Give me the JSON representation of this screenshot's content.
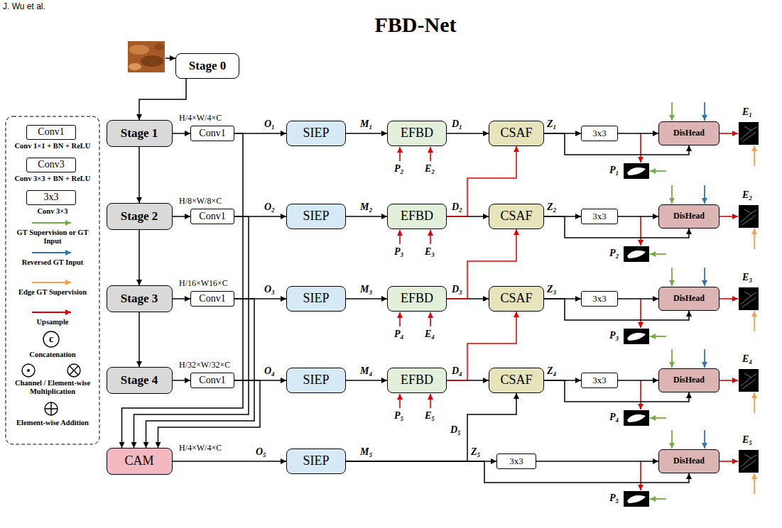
{
  "diagram": {
    "title": "FBD-Net",
    "nodes": [
      {
        "text": [
          "Stage 0"
        ]
      },
      {
        "text": [
          "Stage 1"
        ]
      },
      {
        "text": [
          "Conv1"
        ]
      },
      {
        "text": [
          "SIEP"
        ]
      },
      {
        "text": [
          "EFBD"
        ]
      },
      {
        "text": [
          "CSAF"
        ]
      },
      {
        "text": [
          "3x3"
        ]
      },
      {
        "text": [
          "DisHead"
        ]
      },
      {
        "text": [
          "Stage 2"
        ]
      },
      {
        "text": [
          "Conv1"
        ]
      },
      {
        "text": [
          "SIEP"
        ]
      },
      {
        "text": [
          "EFBD"
        ]
      },
      {
        "text": [
          "CSAF"
        ]
      },
      {
        "text": [
          "3x3"
        ]
      },
      {
        "text": [
          "DisHead"
        ]
      },
      {
        "text": [
          "Stage 3"
        ]
      },
      {
        "text": [
          "Conv1"
        ]
      },
      {
        "text": [
          "SIEP"
        ]
      },
      {
        "text": [
          "EFBD"
        ]
      },
      {
        "text": [
          "CSAF"
        ]
      },
      {
        "text": [
          "3x3"
        ]
      },
      {
        "text": [
          "DisHead"
        ]
      },
      {
        "text": [
          "Stage 4"
        ]
      },
      {
        "text": [
          "Conv1"
        ]
      },
      {
        "text": [
          "SIEP"
        ]
      },
      {
        "text": [
          "EFBD"
        ]
      },
      {
        "text": [
          "CSAF"
        ]
      },
      {
        "text": [
          "3x3"
        ]
      },
      {
        "text": [
          "DisHead"
        ]
      },
      {
        "text": [
          "CAM"
        ]
      },
      {
        "text": [
          "SIEP"
        ]
      },
      {
        "text": [
          "3x3"
        ]
      },
      {
        "text": [
          "DisHead"
        ]
      },
      {
        "text": [
          "Conv1"
        ]
      },
      {
        "text": [
          "Conv3"
        ]
      },
      {
        "text": [
          "3x3"
        ]
      },
      {
        "text": [
          "c"
        ]
      }
    ],
    "edges": [
      {
        "from": 0,
        "to": 1,
        "arrow": "to"
      },
      {
        "from": 1,
        "to": 8,
        "arrow": "to"
      },
      {
        "from": 8,
        "to": 15,
        "arrow": "to"
      },
      {
        "from": 15,
        "to": 22,
        "arrow": "to"
      },
      {
        "from": 1,
        "to": 2,
        "arrow": "to"
      },
      {
        "from": 2,
        "to": 3,
        "arrow": "to"
      },
      {
        "from": 3,
        "to": 4,
        "arrow": "to"
      },
      {
        "from": 4,
        "to": 5,
        "arrow": "to"
      },
      {
        "from": 5,
        "to": 6,
        "arrow": "to"
      },
      {
        "from": 6,
        "to": 7,
        "arrow": "to"
      },
      {
        "from": 5,
        "to": 7,
        "arrow": "to"
      },
      {
        "from": 2,
        "to": 29,
        "arrow": "to"
      },
      {
        "from": 8,
        "to": 9,
        "arrow": "to"
      },
      {
        "from": 9,
        "to": 10,
        "arrow": "to"
      },
      {
        "from": 10,
        "to": 11,
        "arrow": "to"
      },
      {
        "from": 11,
        "to": 12,
        "arrow": "to"
      },
      {
        "from": 12,
        "to": 13,
        "arrow": "to"
      },
      {
        "from": 13,
        "to": 14,
        "arrow": "to"
      },
      {
        "from": 12,
        "to": 14,
        "arrow": "to"
      },
      {
        "from": 9,
        "to": 29,
        "arrow": "to"
      },
      {
        "from": 15,
        "to": 16,
        "arrow": "to"
      },
      {
        "from": 16,
        "to": 17,
        "arrow": "to"
      },
      {
        "from": 17,
        "to": 18,
        "arrow": "to"
      },
      {
        "from": 18,
        "to": 19,
        "arrow": "to"
      },
      {
        "from": 19,
        "to": 20,
        "arrow": "to"
      },
      {
        "from": 20,
        "to": 21,
        "arrow": "to"
      },
      {
        "from": 19,
        "to": 21,
        "arrow": "to"
      },
      {
        "from": 16,
        "to": 29,
        "arrow": "to"
      },
      {
        "from": 22,
        "to": 23,
        "arrow": "to"
      },
      {
        "from": 23,
        "to": 24,
        "arrow": "to"
      },
      {
        "from": 24,
        "to": 25,
        "arrow": "to"
      },
      {
        "from": 25,
        "to": 26,
        "arrow": "to"
      },
      {
        "from": 26,
        "to": 27,
        "arrow": "to"
      },
      {
        "from": 27,
        "to": 28,
        "arrow": "to"
      },
      {
        "from": 26,
        "to": 28,
        "arrow": "to"
      },
      {
        "from": 23,
        "to": 29,
        "arrow": "to"
      },
      {
        "from": 11,
        "to": 5,
        "arrow": "to"
      },
      {
        "from": 18,
        "to": 12,
        "arrow": "to"
      },
      {
        "from": 25,
        "to": 19,
        "arrow": "to"
      },
      {
        "from": 30,
        "to": 26,
        "arrow": "to"
      },
      {
        "from": 29,
        "to": 30,
        "arrow": "to"
      },
      {
        "from": 30,
        "to": 31,
        "arrow": "to"
      },
      {
        "from": 31,
        "to": 32,
        "arrow": "to"
      },
      {
        "from": 30,
        "to": 32,
        "arrow": "to"
      }
    ],
    "labels": [
      "J. Wu et al.",
      "H/4×W/4×C",
      "H/8×W/8×C",
      "H/16×W16×C",
      "H/32×W/32×C",
      "H/4×W/4×C",
      "O₁",
      "O₂",
      "O₃",
      "O₄",
      "O₅",
      "M₁",
      "M₂",
      "M₃",
      "M₄",
      "M₅",
      "D₁",
      "D₂",
      "D₃",
      "D₄",
      "D₅",
      "Z₁",
      "Z₂",
      "Z₃",
      "Z₄",
      "Z₅",
      "P₂",
      "E₂",
      "P₃",
      "E₃",
      "P₄",
      "E₄",
      "P₅",
      "E₅",
      "P₁",
      "E₁",
      "P₂",
      "E₂",
      "P₃",
      "E₃",
      "P₄",
      "E₄",
      "P₅",
      "E₅"
    ],
    "legend": [
      {
        "text": "Conv 1×1 + BN + ReLU"
      },
      {
        "text": "Conv 3×3 + BN + ReLU"
      },
      {
        "text": "Conv 3×3"
      },
      {
        "text": "GT Supervision or GT Input"
      },
      {
        "text": "Reversed GT Input"
      },
      {
        "text": "Edge GT Supervision"
      },
      {
        "text": "Upsample"
      },
      {
        "text": "Concatenation"
      },
      {
        "text": "Channel / Element-wise Multiplication"
      },
      {
        "text": "Element-wise Addition"
      }
    ]
  }
}
